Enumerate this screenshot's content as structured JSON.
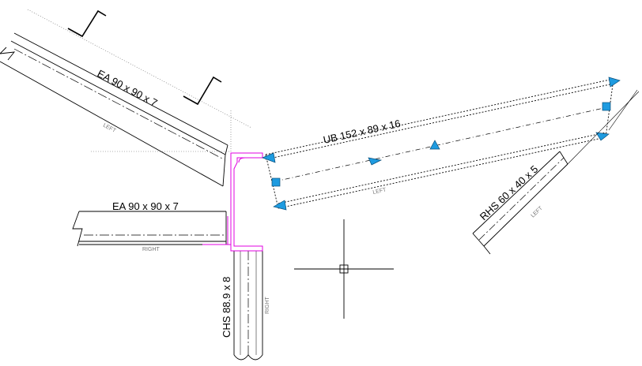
{
  "labels": {
    "member_ea_top": "EA 90 x 90 x 7",
    "member_ea_top_side": "LEFT",
    "member_ea_mid": "EA 90 x 90 x 7",
    "member_ea_mid_side": "RIGHT",
    "member_ub": "UB 152 x 89 x 16",
    "member_ub_side": "LEFT",
    "member_rhs": "RHS 60 x 40 x 5",
    "member_rhs_side": "LEFT",
    "member_chs": "CHS 88.9 x 8",
    "member_chs_side": "RIGHT"
  },
  "colors": {
    "line": "#000000",
    "construction": "#555555",
    "plate": "#e000e0",
    "grip": "#1e9be0",
    "grip_stroke": "#0b4f7a"
  }
}
